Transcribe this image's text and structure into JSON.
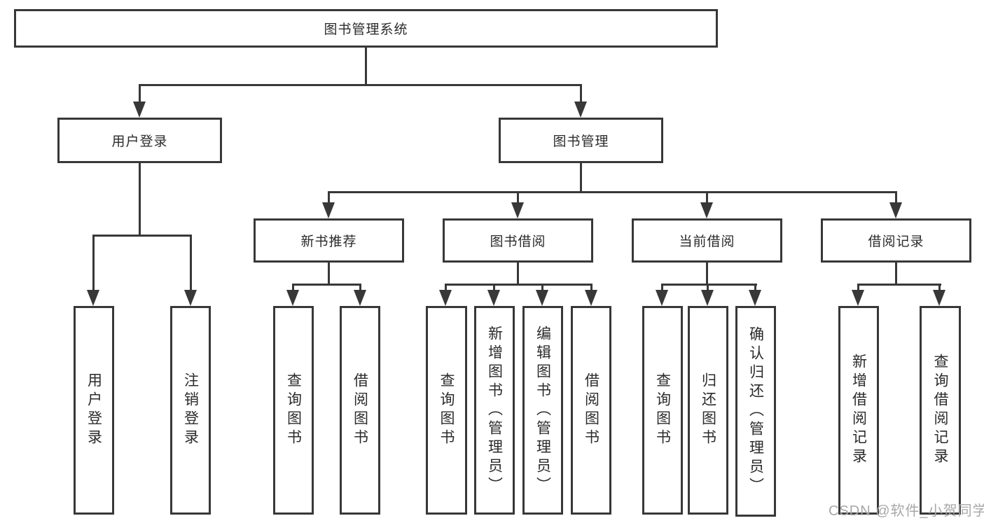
{
  "diagram": {
    "title": "图书管理系统",
    "user_branch": {
      "label": "用户登录",
      "children": [
        {
          "label": "用户登录"
        },
        {
          "label": "注销登录"
        }
      ]
    },
    "book_branch": {
      "label": "图书管理",
      "sections": [
        {
          "label": "新书推荐",
          "children": [
            {
              "label": "查询图书"
            },
            {
              "label": "借阅图书"
            }
          ]
        },
        {
          "label": "图书借阅",
          "children": [
            {
              "label": "查询图书"
            },
            {
              "label": "新增图书（管理员）"
            },
            {
              "label": "编辑图书（管理员）"
            },
            {
              "label": "借阅图书"
            }
          ]
        },
        {
          "label": "当前借阅",
          "children": [
            {
              "label": "查询图书"
            },
            {
              "label": "归还图书"
            },
            {
              "label": "确认归还（管理员）"
            }
          ]
        },
        {
          "label": "借阅记录",
          "children": [
            {
              "label": "新增借阅记录"
            },
            {
              "label": "查询借阅记录"
            }
          ]
        }
      ]
    }
  },
  "watermark": {
    "text": "CSDN @软件_小贺同学"
  },
  "colors": {
    "line": "#383838",
    "text": "#2b2b2b",
    "background": "#ffffff",
    "watermark": "#a8a8a8"
  }
}
